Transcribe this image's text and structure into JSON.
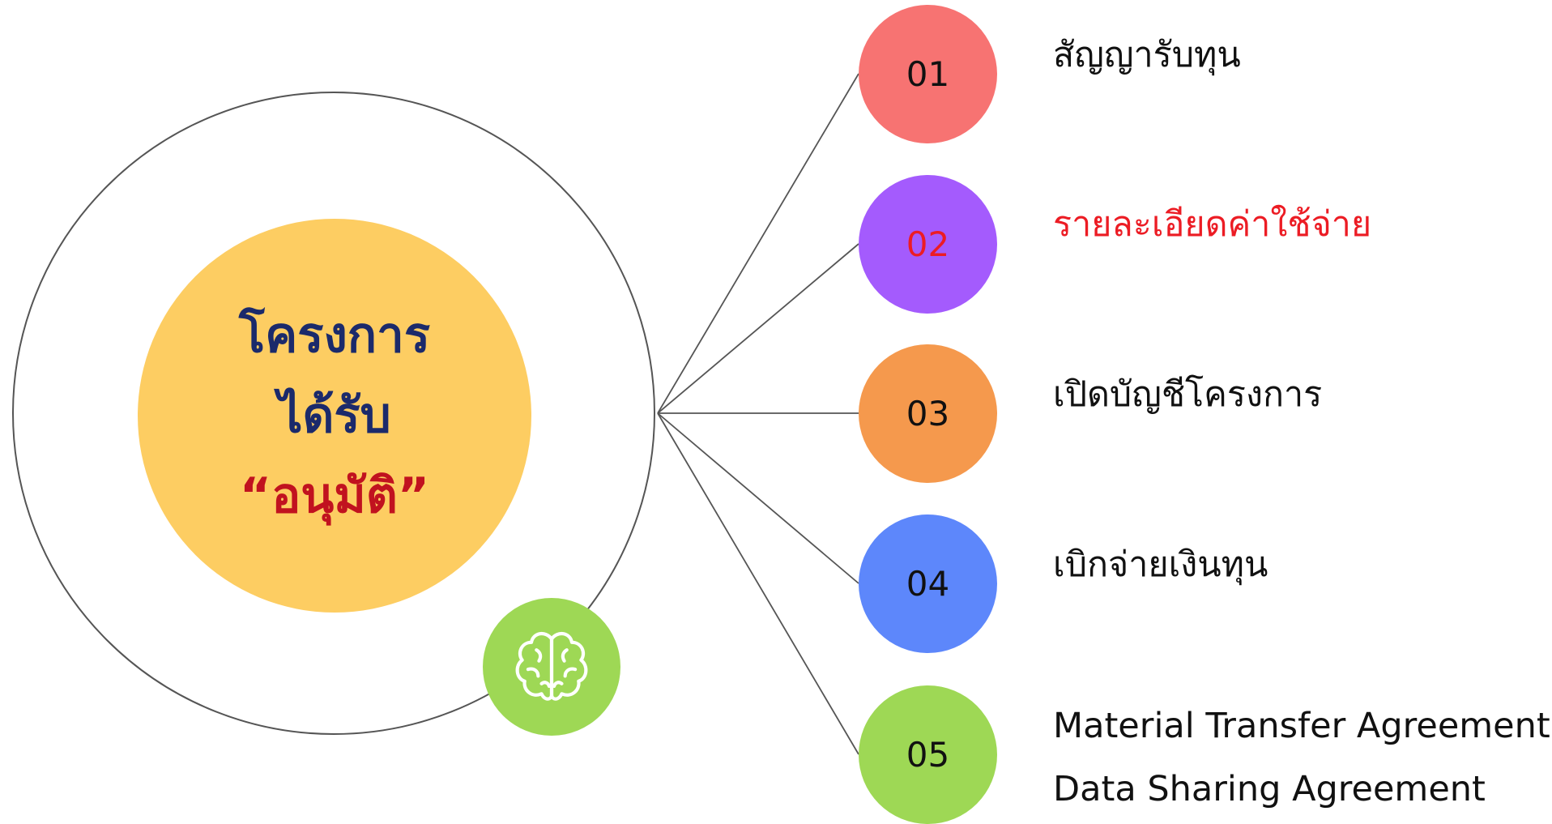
{
  "center": {
    "lines": [
      "โครงการ",
      "ได้รับ"
    ],
    "highlight": "“อนุมัติ”"
  },
  "badge": {
    "icon": "brain-icon"
  },
  "steps": [
    {
      "number": "01",
      "label": "สัญญารับทุน",
      "color": "#f77372",
      "number_color": "#111111",
      "label_color": "#111111"
    },
    {
      "number": "02",
      "label": "รายละเอียดค่าใช้จ่าย",
      "color": "#a45bfd",
      "number_color": "#ec1c24",
      "label_color": "#ec1c24"
    },
    {
      "number": "03",
      "label": "เปิดบัญชีโครงการ",
      "color": "#f5994d",
      "number_color": "#111111",
      "label_color": "#111111"
    },
    {
      "number": "04",
      "label": "เบิกจ่ายเงินทุน",
      "color": "#5d87fb",
      "number_color": "#111111",
      "label_color": "#111111"
    },
    {
      "number": "05",
      "label_lines": [
        "Material Transfer Agreement",
        "Data Sharing Agreement"
      ],
      "color": "#9ed855",
      "number_color": "#111111",
      "label_color": "#111111"
    }
  ],
  "colors": {
    "core_fill": "#fdcd62",
    "core_text": "#1b2a6b",
    "core_highlight": "#c1121f",
    "connector": "#555555"
  }
}
